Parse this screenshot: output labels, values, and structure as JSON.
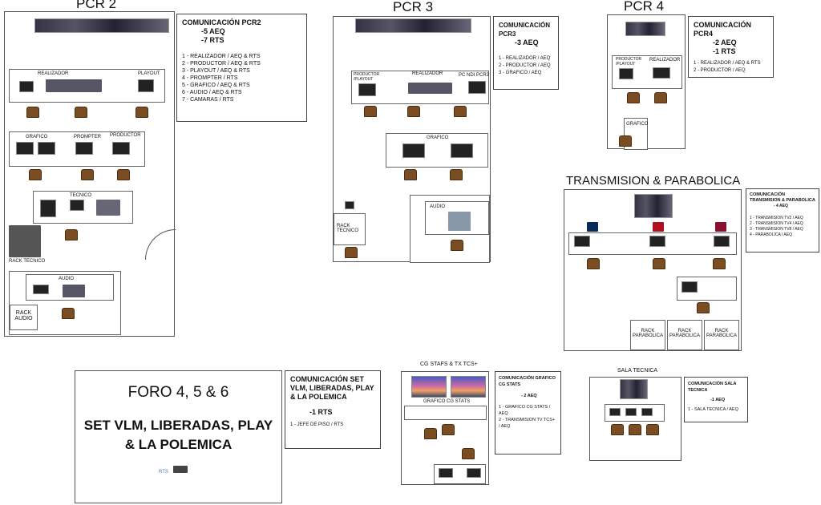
{
  "pcr2": {
    "title": "PCR 2",
    "labels": {
      "realizador": "REALIZADOR",
      "playout": "PLAYOUT",
      "grafico": "GRAFICO",
      "prompter": "PROMPTER",
      "productor": "PRODUCTOR",
      "tecnico": "TECNICO",
      "audio": "AUDIO",
      "rack_audio": "RACK AUDIO",
      "rack_tecnico": "RACK TECNICO"
    },
    "comm": {
      "title": "COMUNICACIÓN PCR2",
      "counts": [
        "-5 AEQ",
        "-7 RTS"
      ],
      "items": [
        "1 - REALIZADOR / AEQ & RTS",
        "2 - PRODUCTOR / AEQ & RTS",
        "3 - PLAYOUT / AEQ & RTS",
        "4 - PROMPTER / RTS",
        "5 - GRAFICO / AEQ & RTS",
        "6 - AUDIO / AEQ & RTS",
        "7 - CAMARAS / RTS"
      ]
    }
  },
  "pcr3": {
    "title": "PCR 3",
    "labels": {
      "productor": "PRODUCTOR /PLAYOUT",
      "realizador": "REALIZADOR",
      "pc_ndi": "PC NDI PCR3",
      "grafico": "GRAFICO",
      "audio": "AUDIO",
      "rack_tecnico": "RACK TECNICO"
    },
    "comm": {
      "title": "COMUNICACIÓN PCR3",
      "counts": [
        "-3 AEQ"
      ],
      "items": [
        "1 - REALIZADOR / AEQ",
        "2 - PRODUCTOR / AEQ",
        "3 - GRAFICO / AEQ"
      ]
    }
  },
  "pcr4": {
    "title": "PCR 4",
    "labels": {
      "productor": "PRODUCTOR /PLAYOUT",
      "realizador": "REALIZADOR",
      "grafico": "GRAFICO"
    },
    "comm": {
      "title": "COMUNICACIÓN PCR4",
      "counts": [
        "-2 AEQ",
        "-1 RTS"
      ],
      "items": [
        "1 - REALIZADOR / AEQ & RTS",
        "2 - PRODUCTOR / AEQ"
      ]
    }
  },
  "transmision": {
    "title": "TRANSMISION & PARABOLICA",
    "racks": [
      "RACK PARABOLICA",
      "RACK PARABOLICA",
      "RACK PARABOLICA"
    ],
    "comm": {
      "title": "COMUNICACIÓN TRANSMISION & PARABOLICA",
      "counts": [
        "- 4 AEQ"
      ],
      "items": [
        "1 - TRANSMISION TV2 / AEQ",
        "2 - TRANSMISION TV4 / AEQ",
        "3 - TRANSMISION TV8 / AEQ",
        "4 - PARABOLICA / AEQ"
      ]
    }
  },
  "foro": {
    "title": "FORO 4, 5 & 6",
    "subtitle": "SET VLM, LIBERADAS, PLAY & LA POLEMICA",
    "rts": "RTS",
    "comm": {
      "title": "COMUNICACIÓN SET VLM, LIBERADAS, PLAY & LA POLEMICA",
      "counts": [
        "-1 RTS"
      ],
      "items": [
        "1 - JEFE DE PISO / RTS"
      ]
    }
  },
  "cg": {
    "title": "CG STAFS & TX TCS+",
    "grafico": "GRAFICO CG STATS",
    "comm": {
      "title": "COMUNICACIÓN GRAFICO CG STATS",
      "counts": [
        "- 2 AEQ"
      ],
      "items": [
        "1 - GRAFICO CG STATS / AEQ",
        "2 - TRANSMISION TV TCS+ / AEQ"
      ]
    }
  },
  "sala": {
    "title": "SALA TECNICA",
    "comm": {
      "title": "COMUNICACIÓN SALA TECNICA",
      "counts": [
        "-1 AEQ"
      ],
      "items": [
        "1 - SALA TECNICA / AEQ"
      ]
    }
  },
  "colors": {
    "chair": "#7a4e22",
    "wall": "#555555"
  }
}
